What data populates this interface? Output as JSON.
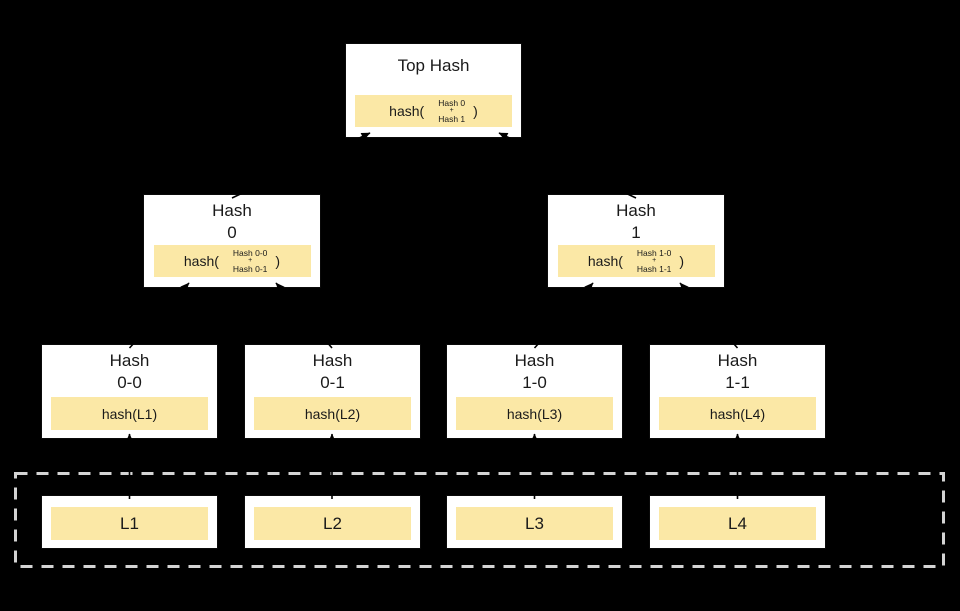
{
  "colors": {
    "background": "#000000",
    "box_fill": "#ffffff",
    "chip_fill": "#fbe8a6",
    "text": "#1a1a1a",
    "arrow": "#000000",
    "dashed_border": "#d4d4d4"
  },
  "tree": {
    "root": {
      "title": "Top Hash",
      "fn": "hash(",
      "arg1": "Hash 0",
      "op": "+",
      "arg2": "Hash 1",
      "close": ")"
    },
    "level2": [
      {
        "title1": "Hash",
        "title2": "0",
        "fn": "hash(",
        "arg1": "Hash 0-0",
        "op": "+",
        "arg2": "Hash 0-1",
        "close": ")"
      },
      {
        "title1": "Hash",
        "title2": "1",
        "fn": "hash(",
        "arg1": "Hash 1-0",
        "op": "+",
        "arg2": "Hash 1-1",
        "close": ")"
      }
    ],
    "level3": [
      {
        "title1": "Hash",
        "title2": "0-0",
        "chip": "hash(L1)"
      },
      {
        "title1": "Hash",
        "title2": "0-1",
        "chip": "hash(L2)"
      },
      {
        "title1": "Hash",
        "title2": "1-0",
        "chip": "hash(L3)"
      },
      {
        "title1": "Hash",
        "title2": "1-1",
        "chip": "hash(L4)"
      }
    ],
    "leaves": [
      {
        "label": "L1"
      },
      {
        "label": "L2"
      },
      {
        "label": "L3"
      },
      {
        "label": "L4"
      }
    ]
  }
}
